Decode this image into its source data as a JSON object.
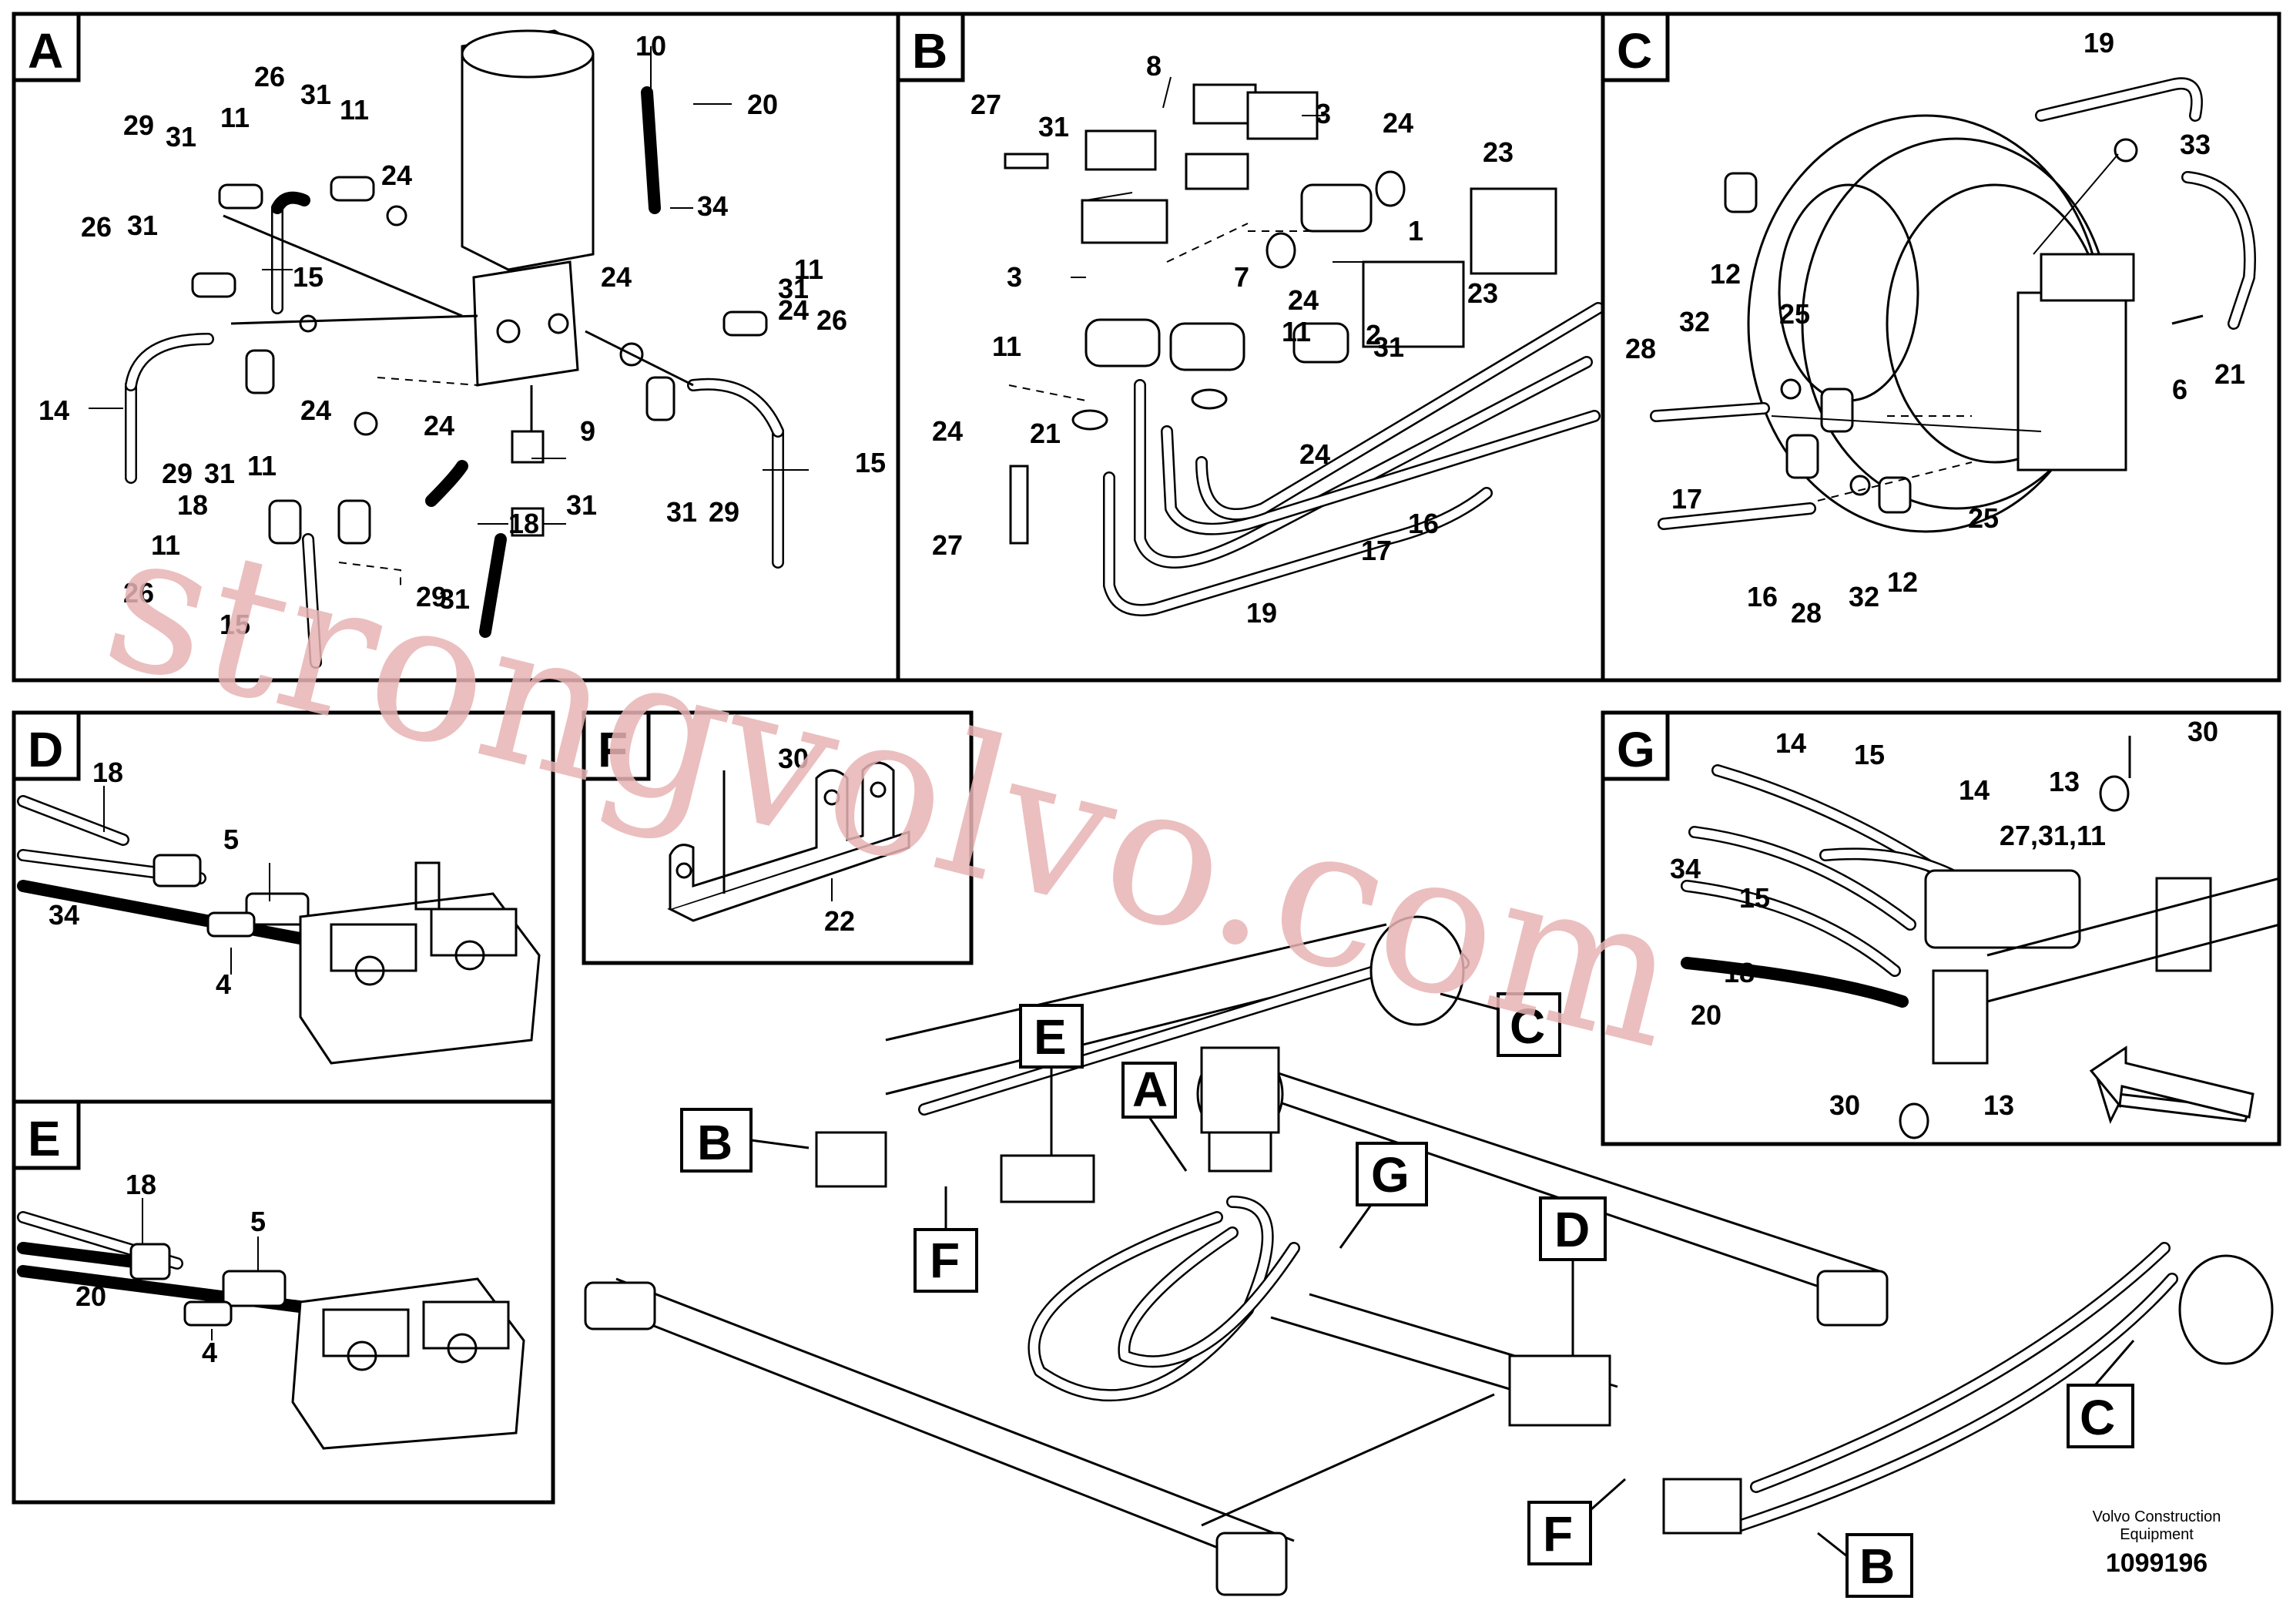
{
  "panels": {
    "A": {
      "letter": "A",
      "callouts": [
        "10",
        "20",
        "34",
        "26",
        "31",
        "11",
        "29",
        "31",
        "11",
        "24",
        "15",
        "26",
        "31",
        "24",
        "14",
        "29",
        "31",
        "11",
        "24",
        "24",
        "9",
        "18",
        "11",
        "31",
        "26",
        "15",
        "18",
        "31",
        "29",
        "11",
        "31",
        "26",
        "24",
        "15",
        "31",
        "29"
      ]
    },
    "B": {
      "letter": "B",
      "callouts": [
        "8",
        "27",
        "31",
        "3",
        "24",
        "23",
        "1",
        "3",
        "7",
        "24",
        "23",
        "11",
        "11",
        "2",
        "31",
        "24",
        "24",
        "27",
        "21",
        "16",
        "17",
        "19"
      ]
    },
    "C": {
      "letter": "C",
      "callouts": [
        "19",
        "33",
        "12",
        "32",
        "28",
        "25",
        "6",
        "21",
        "17",
        "25",
        "16",
        "28",
        "32",
        "12"
      ]
    },
    "D": {
      "letter": "D",
      "callouts": [
        "18",
        "5",
        "34",
        "4"
      ]
    },
    "E": {
      "letter": "E",
      "callouts": [
        "18",
        "5",
        "20",
        "4"
      ]
    },
    "F": {
      "letter": "F",
      "callouts": [
        "30",
        "22"
      ]
    },
    "G": {
      "letter": "G",
      "callouts": [
        "30",
        "14",
        "15",
        "14",
        "13",
        "27,31,11",
        "34",
        "15",
        "18",
        "20",
        "30",
        "13"
      ]
    }
  },
  "overview": {
    "labels": [
      "A",
      "B",
      "C",
      "D",
      "E",
      "F",
      "G",
      "C",
      "B",
      "F"
    ]
  },
  "footer": {
    "company": "Volvo Construction",
    "company2": "Equipment",
    "doc_number": "1099196"
  },
  "watermark": "strongvolvo.com"
}
